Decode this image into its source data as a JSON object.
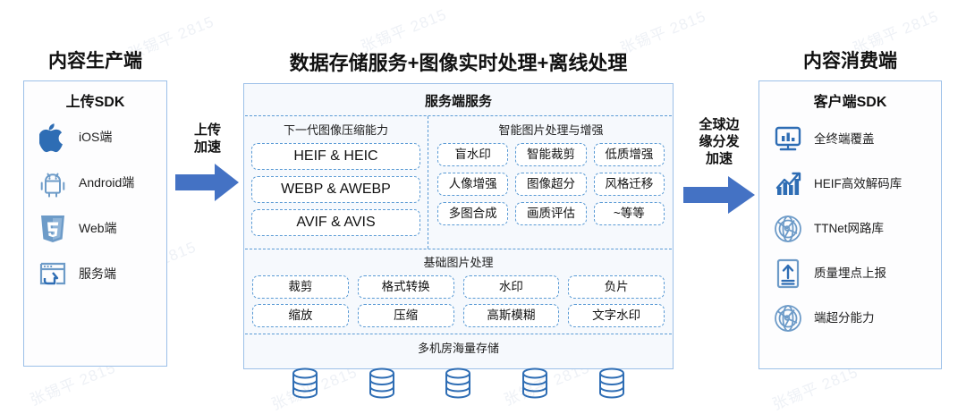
{
  "watermark": {
    "text": "张锡平 2815"
  },
  "colors": {
    "arrow": "#4472C4",
    "panel_border": "#9CC0E8",
    "dashed_border": "#5B9BD5",
    "icon_blue": "#2E6DB4",
    "icon_steel": "#6D9BC8",
    "mid_panel_bg": "#F6F9FD"
  },
  "left_column": {
    "heading": "内容生产端",
    "panel_title": "上传SDK",
    "items": [
      {
        "label": "iOS端",
        "icon": "apple-icon"
      },
      {
        "label": "Android端",
        "icon": "android-icon"
      },
      {
        "label": "Web端",
        "icon": "html5-icon"
      },
      {
        "label": "服务端",
        "icon": "server-upload-icon"
      }
    ]
  },
  "arrow_left": {
    "label": "上传加速",
    "icon": "arrow-right-icon"
  },
  "arrow_right": {
    "label": "全球边缘分发加速",
    "icon": "arrow-right-icon"
  },
  "center_column": {
    "heading": "数据存储服务+图像实时处理+离线处理",
    "panel_title": "服务端服务",
    "section_compression": {
      "title": "下一代图像压缩能力",
      "items": [
        "HEIF & HEIC",
        "WEBP & AWEBP",
        "AVIF & AVIS"
      ]
    },
    "section_ai": {
      "title": "智能图片处理与增强",
      "items": [
        "盲水印",
        "智能裁剪",
        "低质增强",
        "人像增强",
        "图像超分",
        "风格迁移",
        "多图合成",
        "画质评估",
        "~等等"
      ]
    },
    "section_basic": {
      "title": "基础图片处理",
      "items": [
        "裁剪",
        "格式转换",
        "水印",
        "负片",
        "缩放",
        "压缩",
        "高斯模糊",
        "文字水印"
      ]
    },
    "section_storage": {
      "title": "多机房海量存储",
      "database_count": 5,
      "icon": "database-icon"
    }
  },
  "right_column": {
    "heading": "内容消费端",
    "panel_title": "客户端SDK",
    "items": [
      {
        "label": "全终端覆盖",
        "icon": "monitor-chart-icon"
      },
      {
        "label": "HEIF高效解码库",
        "icon": "trend-up-icon"
      },
      {
        "label": "TTNet网路库",
        "icon": "globe-network-icon"
      },
      {
        "label": "质量埋点上报",
        "icon": "upload-report-icon"
      },
      {
        "label": "端超分能力",
        "icon": "globe-network-icon"
      }
    ]
  }
}
